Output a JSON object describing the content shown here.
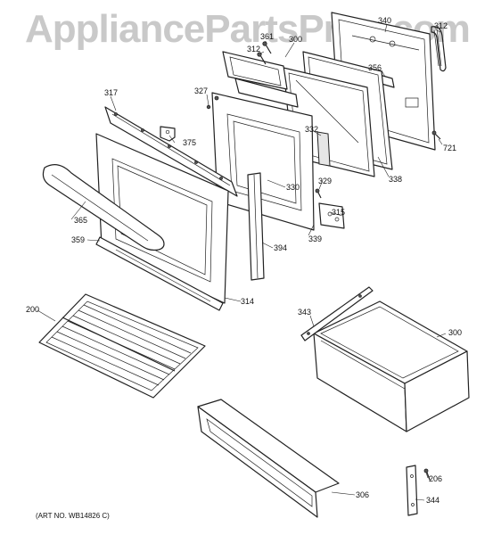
{
  "watermark": "AppliancePartsPros.com",
  "art_number": "(ART NO. WB14826 C)",
  "callouts": [
    {
      "id": "c340",
      "text": "340"
    },
    {
      "id": "c312a",
      "text": "312"
    },
    {
      "id": "c361",
      "text": "361"
    },
    {
      "id": "c300a",
      "text": "300"
    },
    {
      "id": "c312",
      "text": "312"
    },
    {
      "id": "c356",
      "text": "356"
    },
    {
      "id": "c317",
      "text": "317"
    },
    {
      "id": "c327",
      "text": "327"
    },
    {
      "id": "c375",
      "text": "375"
    },
    {
      "id": "c332",
      "text": "332"
    },
    {
      "id": "c721",
      "text": "721"
    },
    {
      "id": "c338",
      "text": "338"
    },
    {
      "id": "c329",
      "text": "329"
    },
    {
      "id": "c330",
      "text": "330"
    },
    {
      "id": "c315",
      "text": "315"
    },
    {
      "id": "c365",
      "text": "365"
    },
    {
      "id": "c339",
      "text": "339"
    },
    {
      "id": "c394",
      "text": "394"
    },
    {
      "id": "c359",
      "text": "359"
    },
    {
      "id": "c314",
      "text": "314"
    },
    {
      "id": "c200",
      "text": "200"
    },
    {
      "id": "c343",
      "text": "343"
    },
    {
      "id": "c300",
      "text": "300"
    },
    {
      "id": "c206",
      "text": "206"
    },
    {
      "id": "c306",
      "text": "306"
    },
    {
      "id": "c344",
      "text": "344"
    }
  ]
}
